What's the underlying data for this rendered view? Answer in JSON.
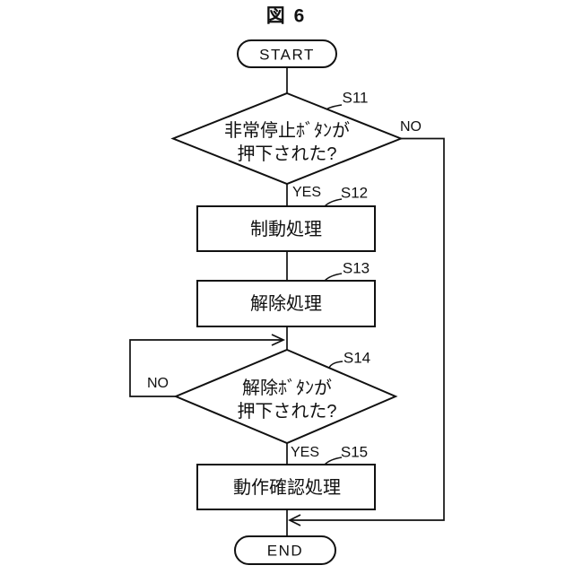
{
  "figure": {
    "title": "図 6"
  },
  "terminals": {
    "start": "START",
    "end": "END"
  },
  "steps": {
    "s11": {
      "tag": "S11",
      "text_line1": "非常停止ﾎﾞﾀﾝが",
      "text_line2": "押下された?"
    },
    "s12": {
      "tag": "S12",
      "text": "制動処理"
    },
    "s13": {
      "tag": "S13",
      "text": "解除処理"
    },
    "s14": {
      "tag": "S14",
      "text_line1": "解除ﾎﾞﾀﾝが",
      "text_line2": "押下された?"
    },
    "s15": {
      "tag": "S15",
      "text": "動作確認処理"
    }
  },
  "branch_labels": {
    "s11_yes": "YES",
    "s11_no": "NO",
    "s14_yes": "YES",
    "s14_no": "NO"
  },
  "colors": {
    "line": "#111111",
    "background": "#ffffff"
  }
}
